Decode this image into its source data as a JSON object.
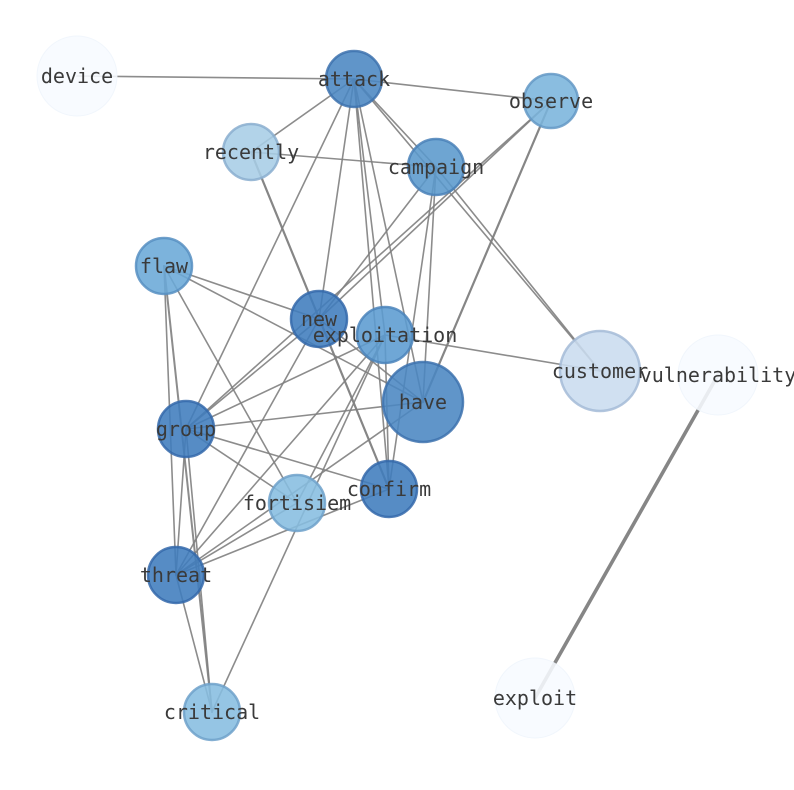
{
  "graph": {
    "nodes": [
      {
        "id": "device",
        "label": "device",
        "color": "#f7fbff"
      },
      {
        "id": "attack",
        "label": "attack",
        "color": "#4a86c1"
      },
      {
        "id": "observe",
        "label": "observe",
        "color": "#7ab4dc"
      },
      {
        "id": "recently",
        "label": "recently",
        "color": "#a7cde6"
      },
      {
        "id": "campaign",
        "label": "campaign",
        "color": "#5a98cc"
      },
      {
        "id": "flaw",
        "label": "flaw",
        "color": "#6aa8d7"
      },
      {
        "id": "new",
        "label": "new",
        "color": "#3f7cbd"
      },
      {
        "id": "exploitation",
        "label": "exploitation",
        "color": "#5b9bd0"
      },
      {
        "id": "customer",
        "label": "customer",
        "color": "#c9dcef"
      },
      {
        "id": "vulnerability",
        "label": "vulnerability",
        "color": "#f7fbff"
      },
      {
        "id": "have",
        "label": "have",
        "color": "#4a86c1"
      },
      {
        "id": "group",
        "label": "group",
        "color": "#3f7cbd"
      },
      {
        "id": "confirm",
        "label": "confirm",
        "color": "#3f7cbd"
      },
      {
        "id": "fortisiem",
        "label": "fortisiem",
        "color": "#86bde0"
      },
      {
        "id": "threat",
        "label": "threat",
        "color": "#3f7cbd"
      },
      {
        "id": "critical",
        "label": "critical",
        "color": "#86bde0"
      },
      {
        "id": "exploit",
        "label": "exploit",
        "color": "#f7fbff"
      }
    ],
    "edges": [
      [
        "device",
        "attack"
      ],
      [
        "attack",
        "observe"
      ],
      [
        "attack",
        "recently"
      ],
      [
        "attack",
        "campaign"
      ],
      [
        "attack",
        "new"
      ],
      [
        "attack",
        "exploitation"
      ],
      [
        "attack",
        "have"
      ],
      [
        "attack",
        "group"
      ],
      [
        "attack",
        "confirm"
      ],
      [
        "attack",
        "customer"
      ],
      [
        "recently",
        "campaign"
      ],
      [
        "recently",
        "confirm"
      ],
      [
        "observe",
        "new"
      ],
      [
        "observe",
        "group"
      ],
      [
        "observe",
        "have"
      ],
      [
        "campaign",
        "new"
      ],
      [
        "campaign",
        "customer"
      ],
      [
        "campaign",
        "confirm"
      ],
      [
        "campaign",
        "have"
      ],
      [
        "flaw",
        "new"
      ],
      [
        "flaw",
        "have"
      ],
      [
        "flaw",
        "threat"
      ],
      [
        "flaw",
        "critical"
      ],
      [
        "flaw",
        "fortisiem"
      ],
      [
        "new",
        "group"
      ],
      [
        "new",
        "threat"
      ],
      [
        "new",
        "have"
      ],
      [
        "exploitation",
        "customer"
      ],
      [
        "exploitation",
        "group"
      ],
      [
        "exploitation",
        "threat"
      ],
      [
        "exploitation",
        "critical"
      ],
      [
        "exploitation",
        "confirm"
      ],
      [
        "exploitation",
        "fortisiem"
      ],
      [
        "have",
        "group"
      ],
      [
        "have",
        "threat"
      ],
      [
        "group",
        "confirm"
      ],
      [
        "group",
        "fortisiem"
      ],
      [
        "group",
        "threat"
      ],
      [
        "group",
        "critical"
      ],
      [
        "confirm",
        "threat"
      ],
      [
        "fortisiem",
        "threat"
      ],
      [
        "threat",
        "critical"
      ],
      [
        "vulnerability",
        "exploit"
      ]
    ]
  }
}
